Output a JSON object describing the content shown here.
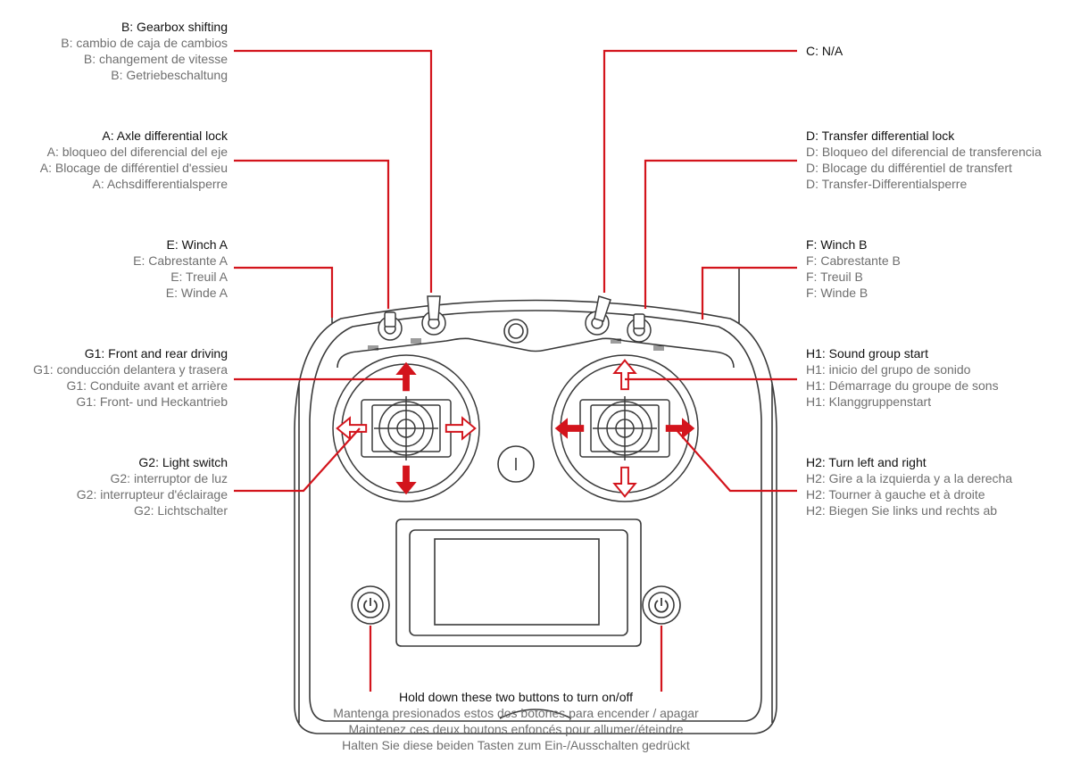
{
  "colors": {
    "leader": "#d3141c",
    "outline": "#3a3a3a",
    "text": "#111111",
    "subtext": "#6f6f6f"
  },
  "callouts": {
    "B": {
      "title": "B: Gearbox shifting",
      "lines": [
        "B: cambio de caja de cambios",
        "B: changement de vitesse",
        "B: Getriebeschaltung"
      ]
    },
    "C": {
      "title": "C: N/A",
      "lines": []
    },
    "A": {
      "title": "A: Axle differential lock",
      "lines": [
        "A: bloqueo del diferencial del eje",
        "A: Blocage de différentiel d'essieu",
        "A: Achsdifferentialsperre"
      ]
    },
    "D": {
      "title": "D: Transfer differential lock",
      "lines": [
        "D: Bloqueo del diferencial de transferencia",
        "D: Blocage du différentiel de transfert",
        "D: Transfer-Differentialsperre"
      ]
    },
    "E": {
      "title": "E: Winch A",
      "lines": [
        "E: Cabrestante A",
        "E: Treuil A",
        "E: Winde A"
      ]
    },
    "F": {
      "title": "F: Winch B",
      "lines": [
        "F: Cabrestante B",
        "F: Treuil B",
        "F: Winde B"
      ]
    },
    "G1": {
      "title": "G1: Front and rear driving",
      "lines": [
        "G1: conducción delantera y trasera",
        "G1: Conduite avant et arrière",
        "G1: Front- und Heckantrieb"
      ]
    },
    "H1": {
      "title": "H1: Sound group start",
      "lines": [
        "H1: inicio del grupo de sonido",
        "H1: Démarrage du groupe de sons",
        "H1: Klanggruppenstart"
      ]
    },
    "G2": {
      "title": "G2: Light switch",
      "lines": [
        "G2: interruptor de luz",
        "G2: interrupteur d'éclairage",
        "G2: Lichtschalter"
      ]
    },
    "H2": {
      "title": "H2: Turn left and right",
      "lines": [
        "H2: Gire a la izquierda y a la derecha",
        "H2: Tourner à gauche et à droite",
        "H2: Biegen Sie links und rechts ab"
      ]
    },
    "power": {
      "title": "Hold down these two buttons to turn on/off",
      "lines": [
        "Mantenga presionados estos dos botones para encender / apagar",
        "Maintenez ces deux boutons enfoncés pour allumer/éteindre",
        "Halten Sie diese beiden Tasten zum Ein-/Ausschalten gedrückt"
      ]
    }
  },
  "icons": {
    "power": "power-icon",
    "arrow": "arrow-icon",
    "switch": "toggle-switch-icon"
  }
}
